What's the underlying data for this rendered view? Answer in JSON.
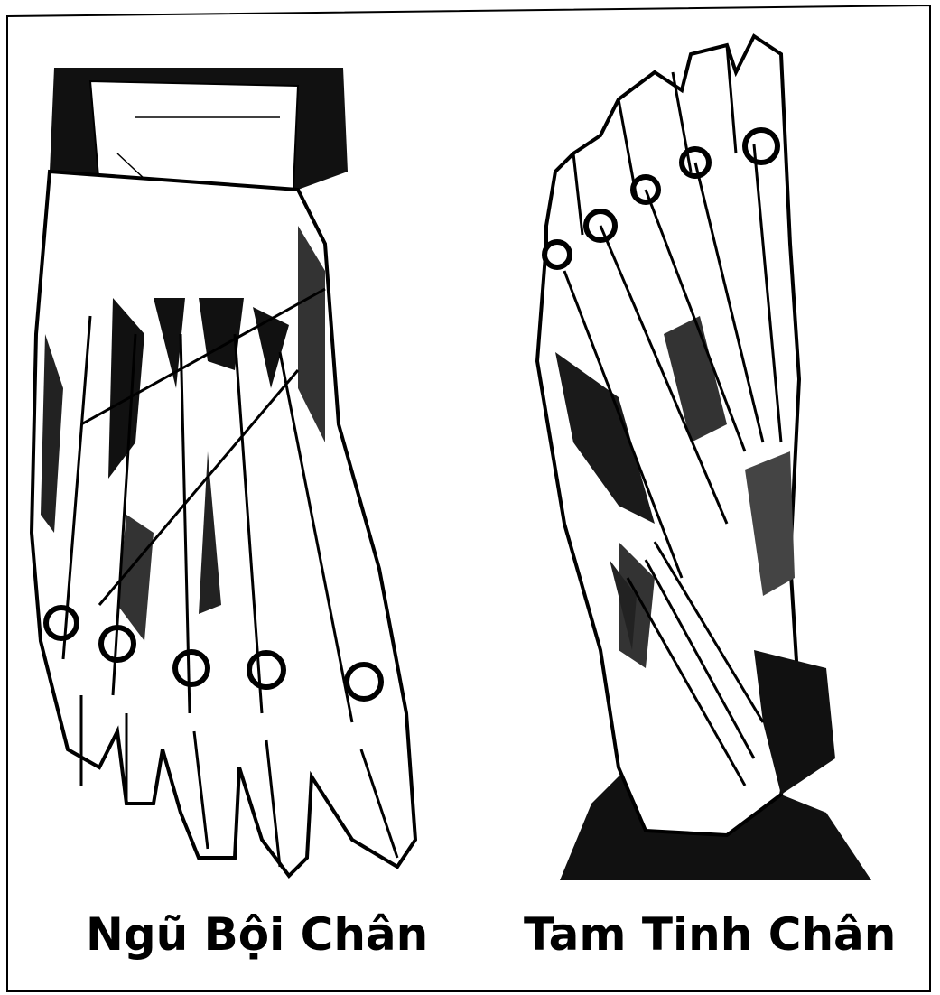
{
  "figures": [
    {
      "caption": "Ngũ Bội Chân",
      "illustration": "foot-dorsal-view"
    },
    {
      "caption": "Tam Tinh Chân",
      "illustration": "foot-side-view"
    }
  ],
  "colors": {
    "ink": "#000000",
    "paper": "#ffffff",
    "shade": "#3a3a3a"
  }
}
